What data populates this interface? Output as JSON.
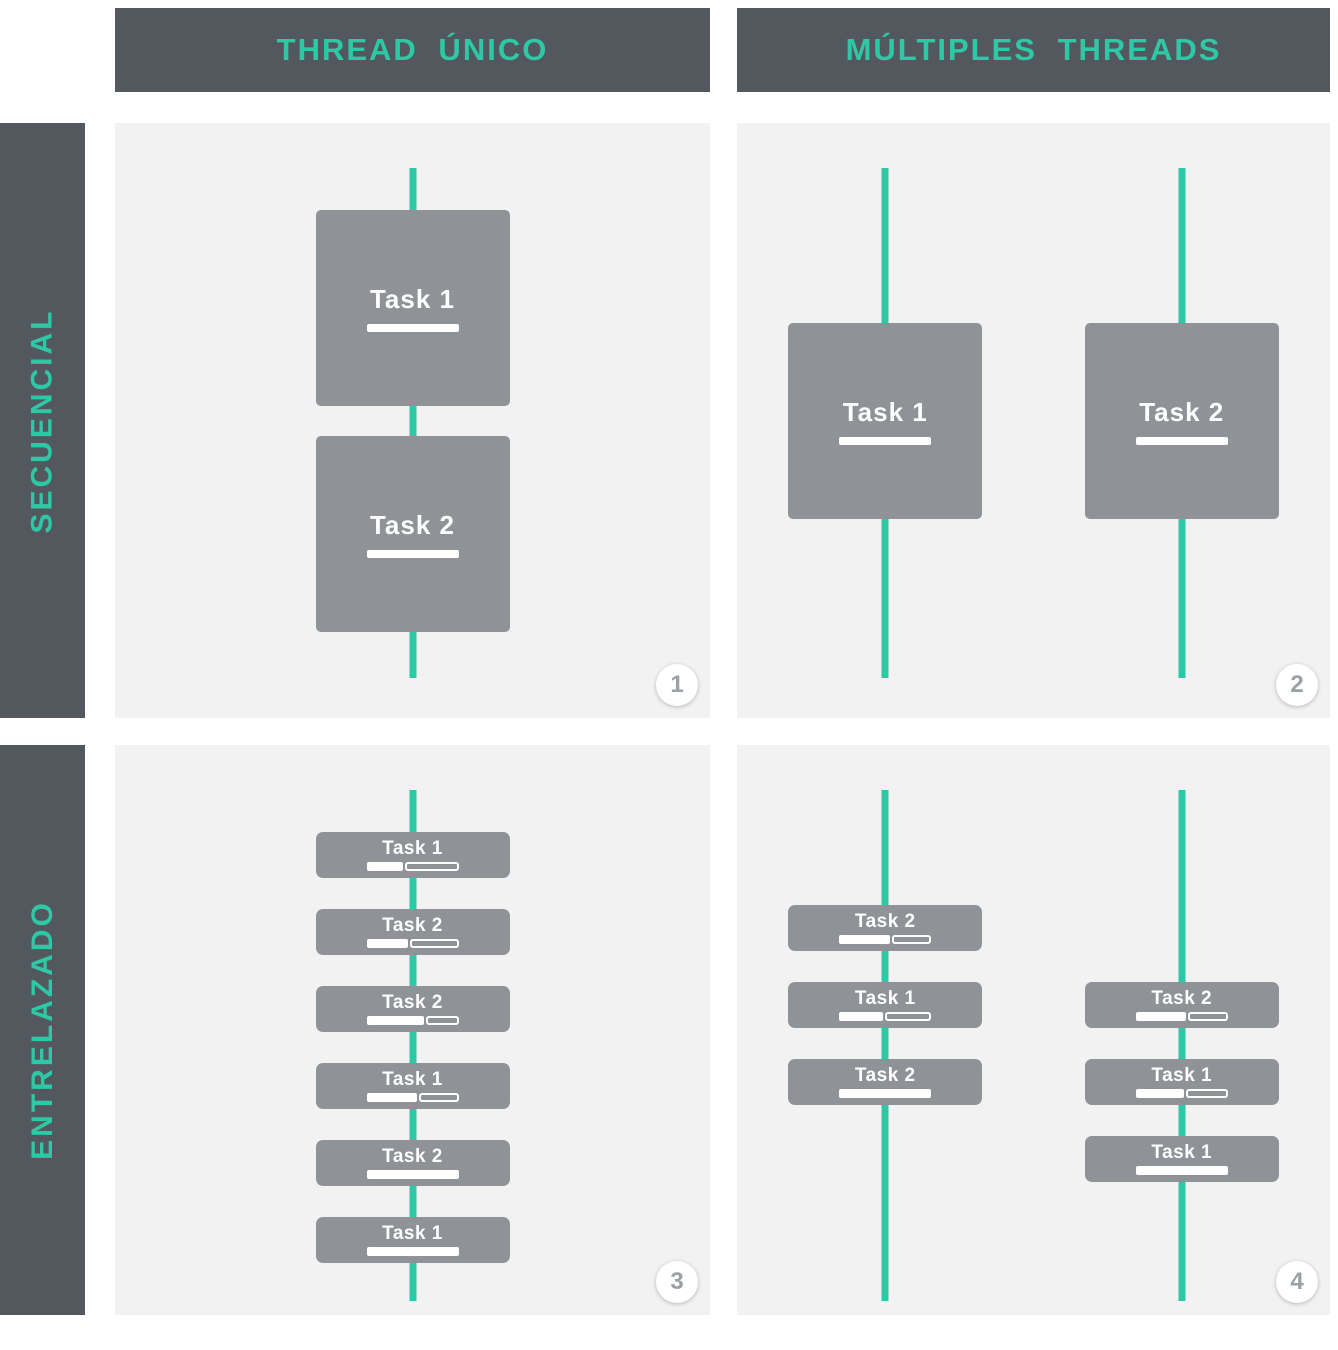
{
  "colors": {
    "header_bg": "#53585e",
    "accent": "#2dc8a6",
    "panel_bg": "#f2f2f2",
    "task_bg": "#8f9397",
    "task_text": "#ffffff",
    "badge_bg": "#ffffff",
    "badge_text": "#9aa0a3"
  },
  "column_headers": [
    {
      "label": "THREAD ÚNICO"
    },
    {
      "label": "MÚLTIPLES THREADS"
    }
  ],
  "row_headers": [
    {
      "label": "SECUENCIAL"
    },
    {
      "label": "ENTRELAZADO"
    }
  ],
  "quadrants": [
    {
      "number": "1",
      "lanes": [
        {
          "tasks": [
            {
              "label": "Task 1",
              "size": "large",
              "progress": 100
            },
            {
              "label": "Task 2",
              "size": "large",
              "progress": 100
            }
          ]
        }
      ]
    },
    {
      "number": "2",
      "lanes": [
        {
          "tasks": [
            {
              "label": "Task 1",
              "size": "large",
              "progress": 100
            }
          ]
        },
        {
          "tasks": [
            {
              "label": "Task 2",
              "size": "large",
              "progress": 100
            }
          ]
        }
      ]
    },
    {
      "number": "3",
      "lanes": [
        {
          "tasks": [
            {
              "label": "Task 1",
              "size": "small",
              "progress": 40
            },
            {
              "label": "Task 2",
              "size": "small",
              "progress": 45
            },
            {
              "label": "Task 2",
              "size": "small",
              "progress": 62
            },
            {
              "label": "Task 1",
              "size": "small",
              "progress": 55
            },
            {
              "label": "Task 2",
              "size": "small",
              "progress": 100
            },
            {
              "label": "Task 1",
              "size": "small",
              "progress": 100
            }
          ]
        }
      ]
    },
    {
      "number": "4",
      "lanes": [
        {
          "tasks": [
            {
              "label": "Task 2",
              "size": "small",
              "progress": 55
            },
            {
              "label": "Task 1",
              "size": "small",
              "progress": 48
            },
            {
              "label": "Task 2",
              "size": "small",
              "progress": 100
            }
          ]
        },
        {
          "tasks": [
            {
              "label": "Task 2",
              "size": "small",
              "progress": 55
            },
            {
              "label": "Task 1",
              "size": "small",
              "progress": 52
            },
            {
              "label": "Task 1",
              "size": "small",
              "progress": 100
            }
          ]
        }
      ]
    }
  ]
}
